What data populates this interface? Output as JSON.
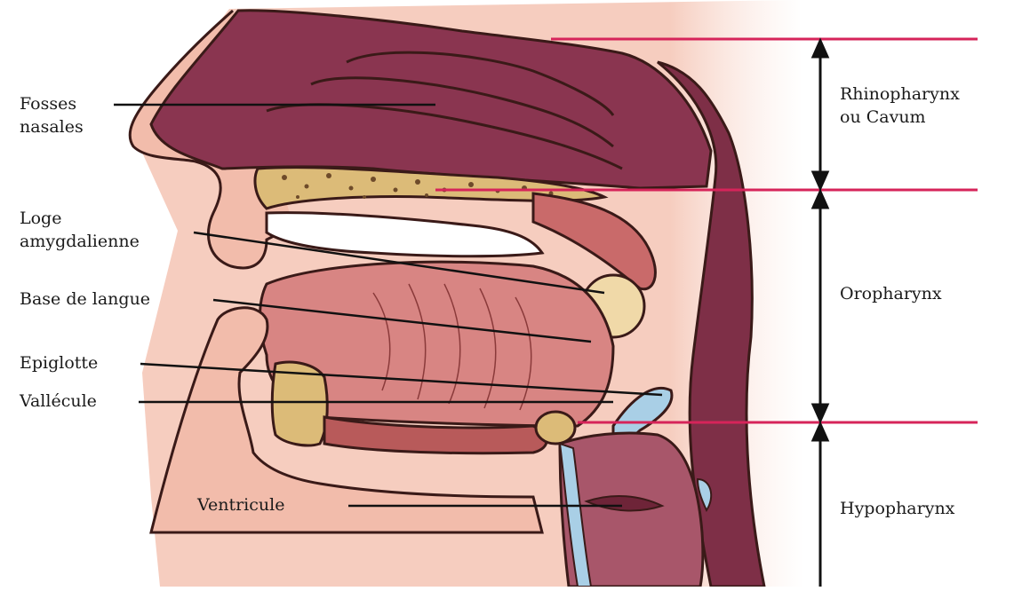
{
  "left_labels": {
    "fosses_nasales": [
      "Fosses",
      "nasales"
    ],
    "loge_amygdalienne": [
      "Loge",
      "amygdalienne"
    ],
    "base_de_langue": "Base de langue",
    "epiglotte": "Epiglotte",
    "vallecule": "Vallécule",
    "ventricule": "Ventricule"
  },
  "regions": {
    "rhinopharynx": [
      "Rhinopharynx",
      "ou Cavum"
    ],
    "oropharynx": "Oropharynx",
    "hypopharynx": "Hypopharynx"
  },
  "colors": {
    "boundary_line": "#d6245a",
    "leader_line": "#111111",
    "skin": "#f4c3b4",
    "cavity": "#8c3a52",
    "tongue": "#d88583",
    "bone": "#dcbb78",
    "cartilage": "#a9cfe6"
  }
}
